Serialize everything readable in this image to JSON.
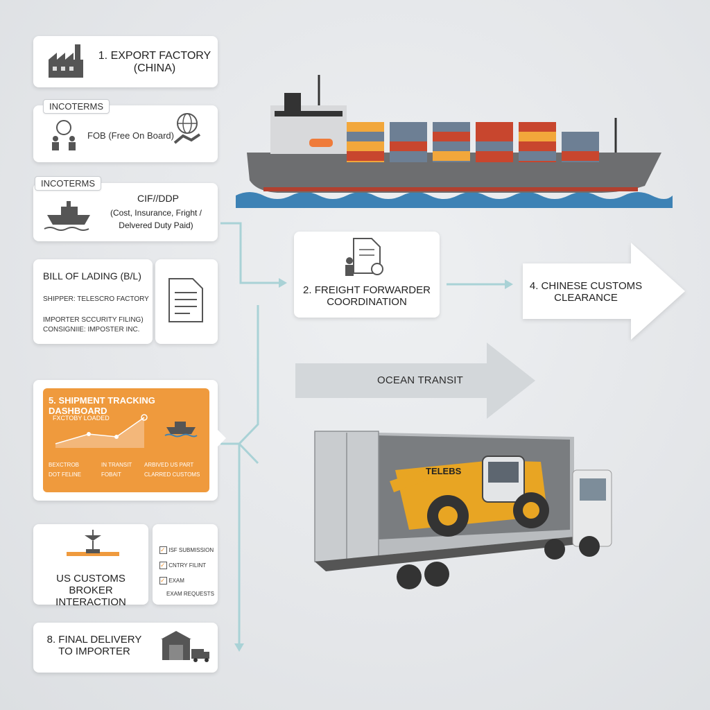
{
  "steps": {
    "export_factory": {
      "line1": "1. EXPORT FACTORY",
      "line2": "(CHINA)"
    },
    "incoterms_fob": {
      "tab": "INCOTERMS",
      "text": "FOB (Free On Board)"
    },
    "incoterms_cif": {
      "tab": "INCOTERMS",
      "title": "CIF//DDP",
      "line2": "(Cost, Insurance, Fright /",
      "line3": "Delvered Duty Paid)"
    },
    "bill_of_lading": {
      "title": "BILL OF LADING (B/L)",
      "shipper": "SHIPPER: TELESCRO FACTORY",
      "isf": "IMPORTER SCCURITY FILING)",
      "consignee": "CONSIGNIIE: IMPOSTER INC."
    },
    "dashboard": {
      "title": "5. SHIPMENT TRACKING DASHBOARD",
      "chart_label": "FXCTOBY LOADED",
      "cells": [
        {
          "l1": "BEXCTROB",
          "l2": "DOT FELINE"
        },
        {
          "l1": "IN TRANSIT",
          "l2": "FOBAIT"
        },
        {
          "l1": "ARBIVED US PART",
          "l2": "CLARRED CUSTOMS"
        }
      ]
    },
    "us_customs": {
      "line1": "US CUSTOMS",
      "line2": "BROKER INTERACTION",
      "checklist": [
        "ISF SUBMISSION",
        "CNTRY FILINT",
        "EXAM"
      ],
      "footnote": "EXAM REQUESTS"
    },
    "final_delivery": {
      "line1": "8. FINAL DELIVERY",
      "line2": "TO IMPORTER"
    },
    "freight_forwarder": {
      "line1": "2. FREIGHT FORWARDER",
      "line2": "COORDINATION"
    },
    "chinese_customs": {
      "line1": "4. CHINESE CUSTOMS",
      "line2": "CLEARANCE"
    },
    "ocean_transit": {
      "label": "OCEAN TRANSIT"
    },
    "truck_label": {
      "text": "TELEBS"
    }
  },
  "colors": {
    "accent": "#ef9a3d",
    "flow_line": "#a9d2d6",
    "ship_hull": "#6d6e70",
    "water": "#3d82b5"
  }
}
